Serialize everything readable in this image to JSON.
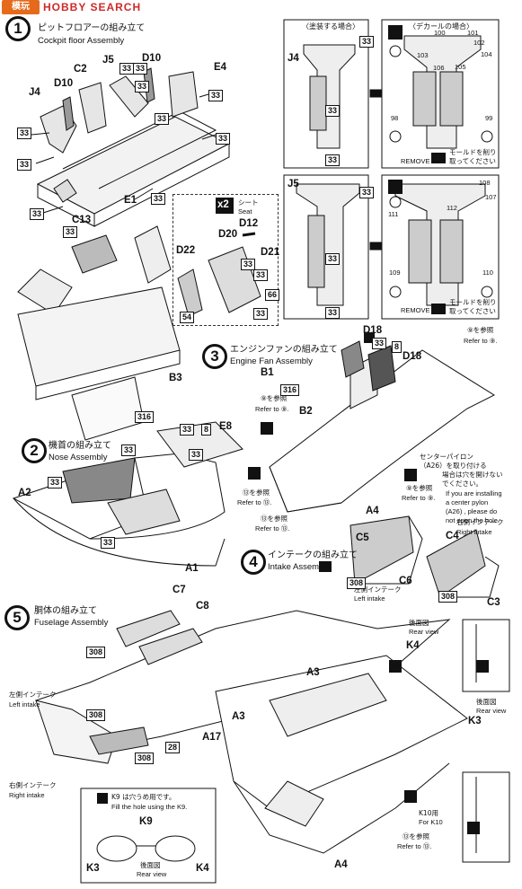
{
  "watermark": {
    "logo": "模玩",
    "text": "HOBBY SEARCH"
  },
  "steps": {
    "s1": {
      "number": "1",
      "jp": "ピットフロアーの組み立て",
      "en": "Cockpit floor Assembly"
    },
    "s2": {
      "number": "2",
      "jp": "機首の組み立て",
      "en": "Nose Assembly"
    },
    "s3": {
      "number": "3",
      "jp": "エンジンファンの組み立て",
      "en": "Engine Fan Assembly"
    },
    "s4": {
      "number": "4",
      "jp": "インテークの組み立て",
      "en": "Intake Assembly"
    },
    "s5": {
      "number": "5",
      "jp": "胴体の組み立て",
      "en": "Fuselage Assembly"
    }
  },
  "panels": {
    "paint_title": "〈塗装する場合〉",
    "decal_title": "〈デカールの場合〉",
    "remove_en": "REMOVE",
    "remove_jp1": "モールドを削り",
    "remove_jp2": "取ってください"
  },
  "seat_box": {
    "qty": "x2",
    "jp": "シート",
    "en": "Seat"
  },
  "refer": {
    "jp9": "⑨を参照",
    "en9": "Refer to ⑨.",
    "jp13": "⑬を参照",
    "en13": "Refer to ⑬."
  },
  "notes": {
    "pylon_jp1": "センターパイロン",
    "pylon_jp2": "（A26）を取り付ける",
    "pylon_jp3": "場合は穴を開けない",
    "pylon_jp4": "でください。",
    "pylon_en1": "If you are installing",
    "pylon_en2": "a center pylon",
    "pylon_en3": "(A26) , please do",
    "pylon_en4": "not open the hole.",
    "k9_jp": "K9 は穴うめ用です。",
    "k9_en": "Fill the hole using the K9.",
    "rear_jp": "後面図",
    "rear_en": "Rear view",
    "k10_jp": "K10用",
    "k10_en": "For K10",
    "left_intake_jp": "左側インテーク",
    "left_intake_en": "Left intake",
    "right_intake_jp": "右側インテーク",
    "right_intake_en": "Right intake"
  },
  "parts": [
    "J4",
    "D10",
    "C2",
    "J5",
    "D10",
    "E4",
    "E1",
    "C13",
    "D12",
    "D20",
    "D21",
    "D22",
    "B3",
    "E8",
    "A2",
    "A1",
    "B1",
    "B2",
    "D18",
    "D18",
    "A4",
    "C5",
    "C4",
    "C6",
    "C3",
    "C7",
    "C8",
    "A3",
    "A17",
    "K4",
    "K3",
    "K9",
    "K3",
    "K4",
    "A3",
    "A4",
    "J4",
    "J5"
  ],
  "numbers": {
    "n33": "33",
    "n8": "8",
    "n316": "316",
    "n308": "308",
    "n28": "28",
    "n54": "54",
    "n66": "66",
    "n98": "98",
    "n99": "99",
    "n100": "100",
    "n101": "101",
    "n102": "102",
    "n103": "103",
    "n104": "104",
    "n105": "105",
    "n106": "106",
    "n107": "107",
    "n108": "108",
    "n109": "109",
    "n110": "110",
    "n111": "111",
    "n112": "112"
  }
}
